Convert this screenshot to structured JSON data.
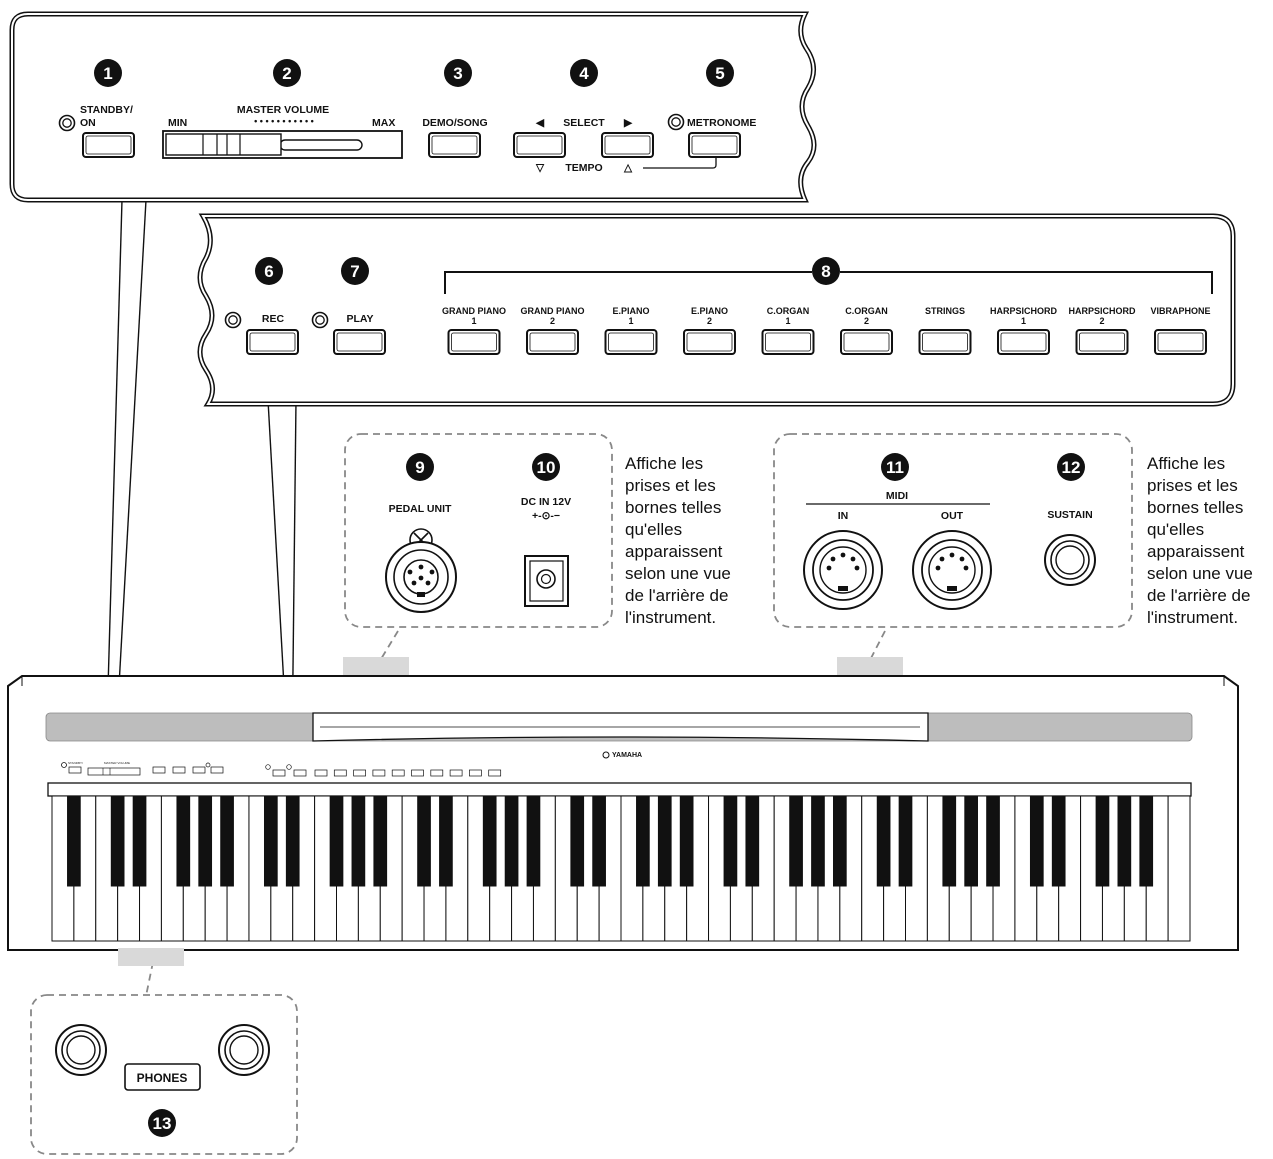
{
  "top_panel": {
    "callouts": [
      "1",
      "2",
      "3",
      "4",
      "5"
    ],
    "standby_label_1": "STANDBY/",
    "standby_label_2": "ON",
    "master_volume_label": "MASTER VOLUME",
    "min_label": "MIN",
    "max_label": "MAX",
    "volume_dots": "• • • • • • • • • • •",
    "demo_song_label": "DEMO/SONG",
    "select_label": "SELECT",
    "select_left_glyph": "◀",
    "select_right_glyph": "▶",
    "tempo_label": "TEMPO",
    "tempo_down_glyph": "▽",
    "tempo_up_glyph": "△",
    "metronome_label": "METRONOME"
  },
  "voice_panel": {
    "callouts": [
      "6",
      "7",
      "8"
    ],
    "rec_label": "REC",
    "play_label": "PLAY",
    "voices": [
      {
        "line1": "GRAND PIANO",
        "line2": "1"
      },
      {
        "line1": "GRAND PIANO",
        "line2": "2"
      },
      {
        "line1": "E.PIANO",
        "line2": "1"
      },
      {
        "line1": "E.PIANO",
        "line2": "2"
      },
      {
        "line1": "C.ORGAN",
        "line2": "1"
      },
      {
        "line1": "C.ORGAN",
        "line2": "2"
      },
      {
        "line1": "STRINGS",
        "line2": ""
      },
      {
        "line1": "HARPSICHORD",
        "line2": "1"
      },
      {
        "line1": "HARPSICHORD",
        "line2": "2"
      },
      {
        "line1": "VIBRAPHONE",
        "line2": ""
      }
    ]
  },
  "rear_left": {
    "callouts": [
      "9",
      "10"
    ],
    "pedal_unit_label": "PEDAL UNIT",
    "dc_in_label": "DC IN 12V",
    "dc_polarity": "+-⊙-−",
    "note_lines": [
      "Affiche les",
      "prises et les",
      "bornes telles",
      "qu'elles",
      "apparaissent",
      "selon une vue",
      "de l'arrière de",
      "l'instrument."
    ]
  },
  "rear_right": {
    "callouts": [
      "11",
      "12"
    ],
    "midi_label": "MIDI",
    "in_label": "IN",
    "out_label": "OUT",
    "sustain_label": "SUSTAIN",
    "note_lines": [
      "Affiche les",
      "prises et les",
      "bornes telles",
      "qu'elles",
      "apparaissent",
      "selon une vue",
      "de l'arrière de",
      "l'instrument."
    ]
  },
  "piano": {
    "brand": "YAMAHA",
    "white_key_count": 52
  },
  "phones": {
    "callout": "13",
    "label": "PHONES"
  }
}
